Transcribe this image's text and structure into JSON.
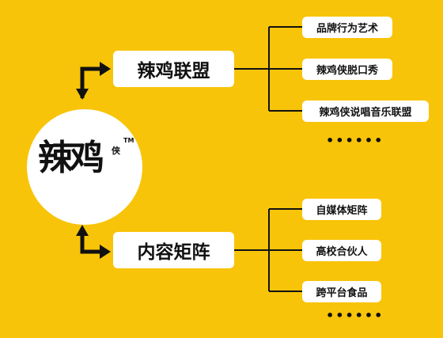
{
  "logo": {
    "main": "辣鸡",
    "small": "侠",
    "tm": "TM"
  },
  "branches": [
    {
      "title": "辣鸡联盟",
      "leaves": [
        "品牌行为艺术",
        "辣鸡侠脱口秀",
        "辣鸡侠说唱音乐联盟"
      ],
      "more": "••••••"
    },
    {
      "title": "内容矩阵",
      "leaves": [
        "自媒体矩阵",
        "高校合伙人",
        "跨平台食品"
      ],
      "more": "••••••"
    }
  ],
  "colors": {
    "background": "#F8C409",
    "box": "#FFFFFF",
    "line": "#111111"
  }
}
